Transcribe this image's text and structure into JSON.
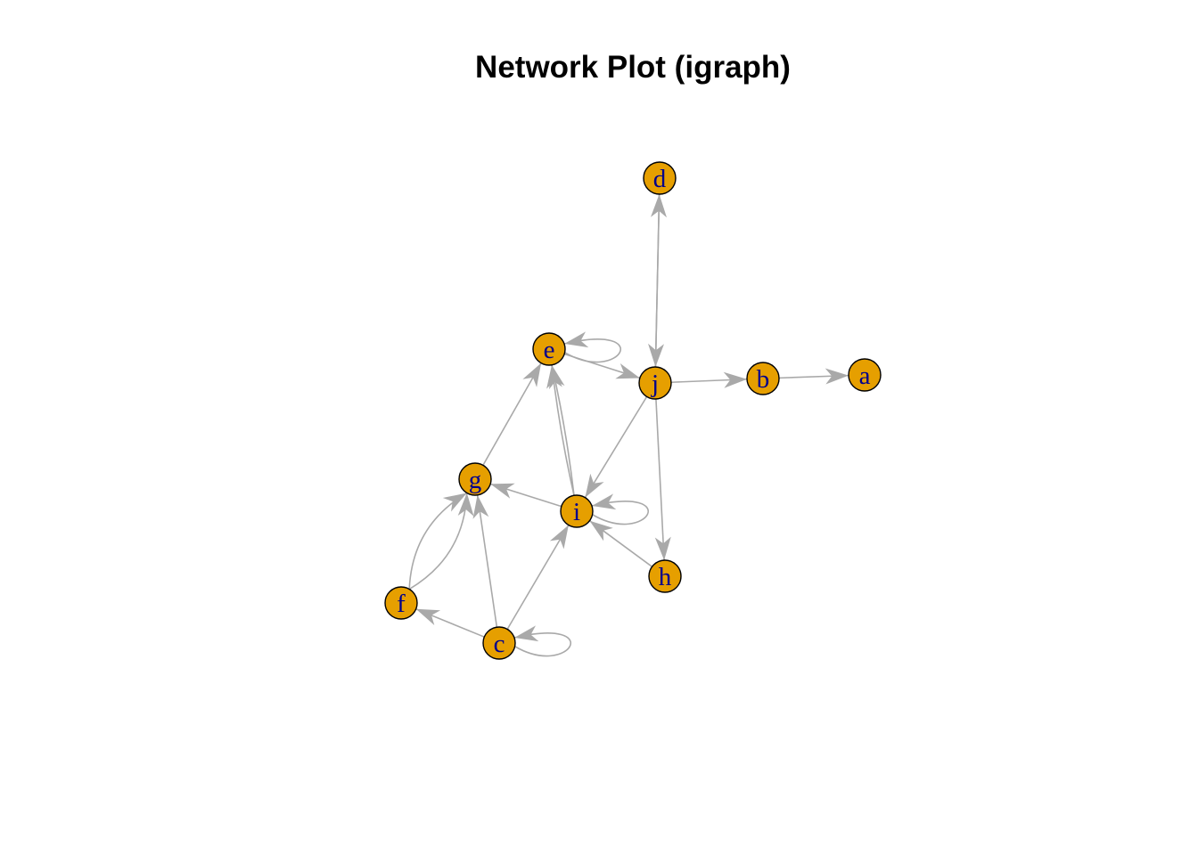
{
  "title": "Network Plot (igraph)",
  "colors": {
    "node_fill": "#E69F00",
    "node_border": "#000000",
    "label": "#00008B",
    "edge": "#A9A9A9"
  },
  "graph": {
    "directed": true,
    "nodes": [
      "a",
      "b",
      "c",
      "d",
      "e",
      "f",
      "g",
      "h",
      "i",
      "j"
    ],
    "edges": [
      {
        "from": "j",
        "to": "d"
      },
      {
        "from": "d",
        "to": "j"
      },
      {
        "from": "e",
        "to": "e"
      },
      {
        "from": "e",
        "to": "j"
      },
      {
        "from": "j",
        "to": "b"
      },
      {
        "from": "b",
        "to": "a"
      },
      {
        "from": "g",
        "to": "e"
      },
      {
        "from": "i",
        "to": "e"
      },
      {
        "from": "i",
        "to": "e"
      },
      {
        "from": "j",
        "to": "i"
      },
      {
        "from": "j",
        "to": "h"
      },
      {
        "from": "i",
        "to": "g"
      },
      {
        "from": "i",
        "to": "i"
      },
      {
        "from": "h",
        "to": "i"
      },
      {
        "from": "f",
        "to": "g"
      },
      {
        "from": "f",
        "to": "g"
      },
      {
        "from": "c",
        "to": "g"
      },
      {
        "from": "c",
        "to": "i"
      },
      {
        "from": "c",
        "to": "f"
      },
      {
        "from": "c",
        "to": "c"
      }
    ]
  }
}
